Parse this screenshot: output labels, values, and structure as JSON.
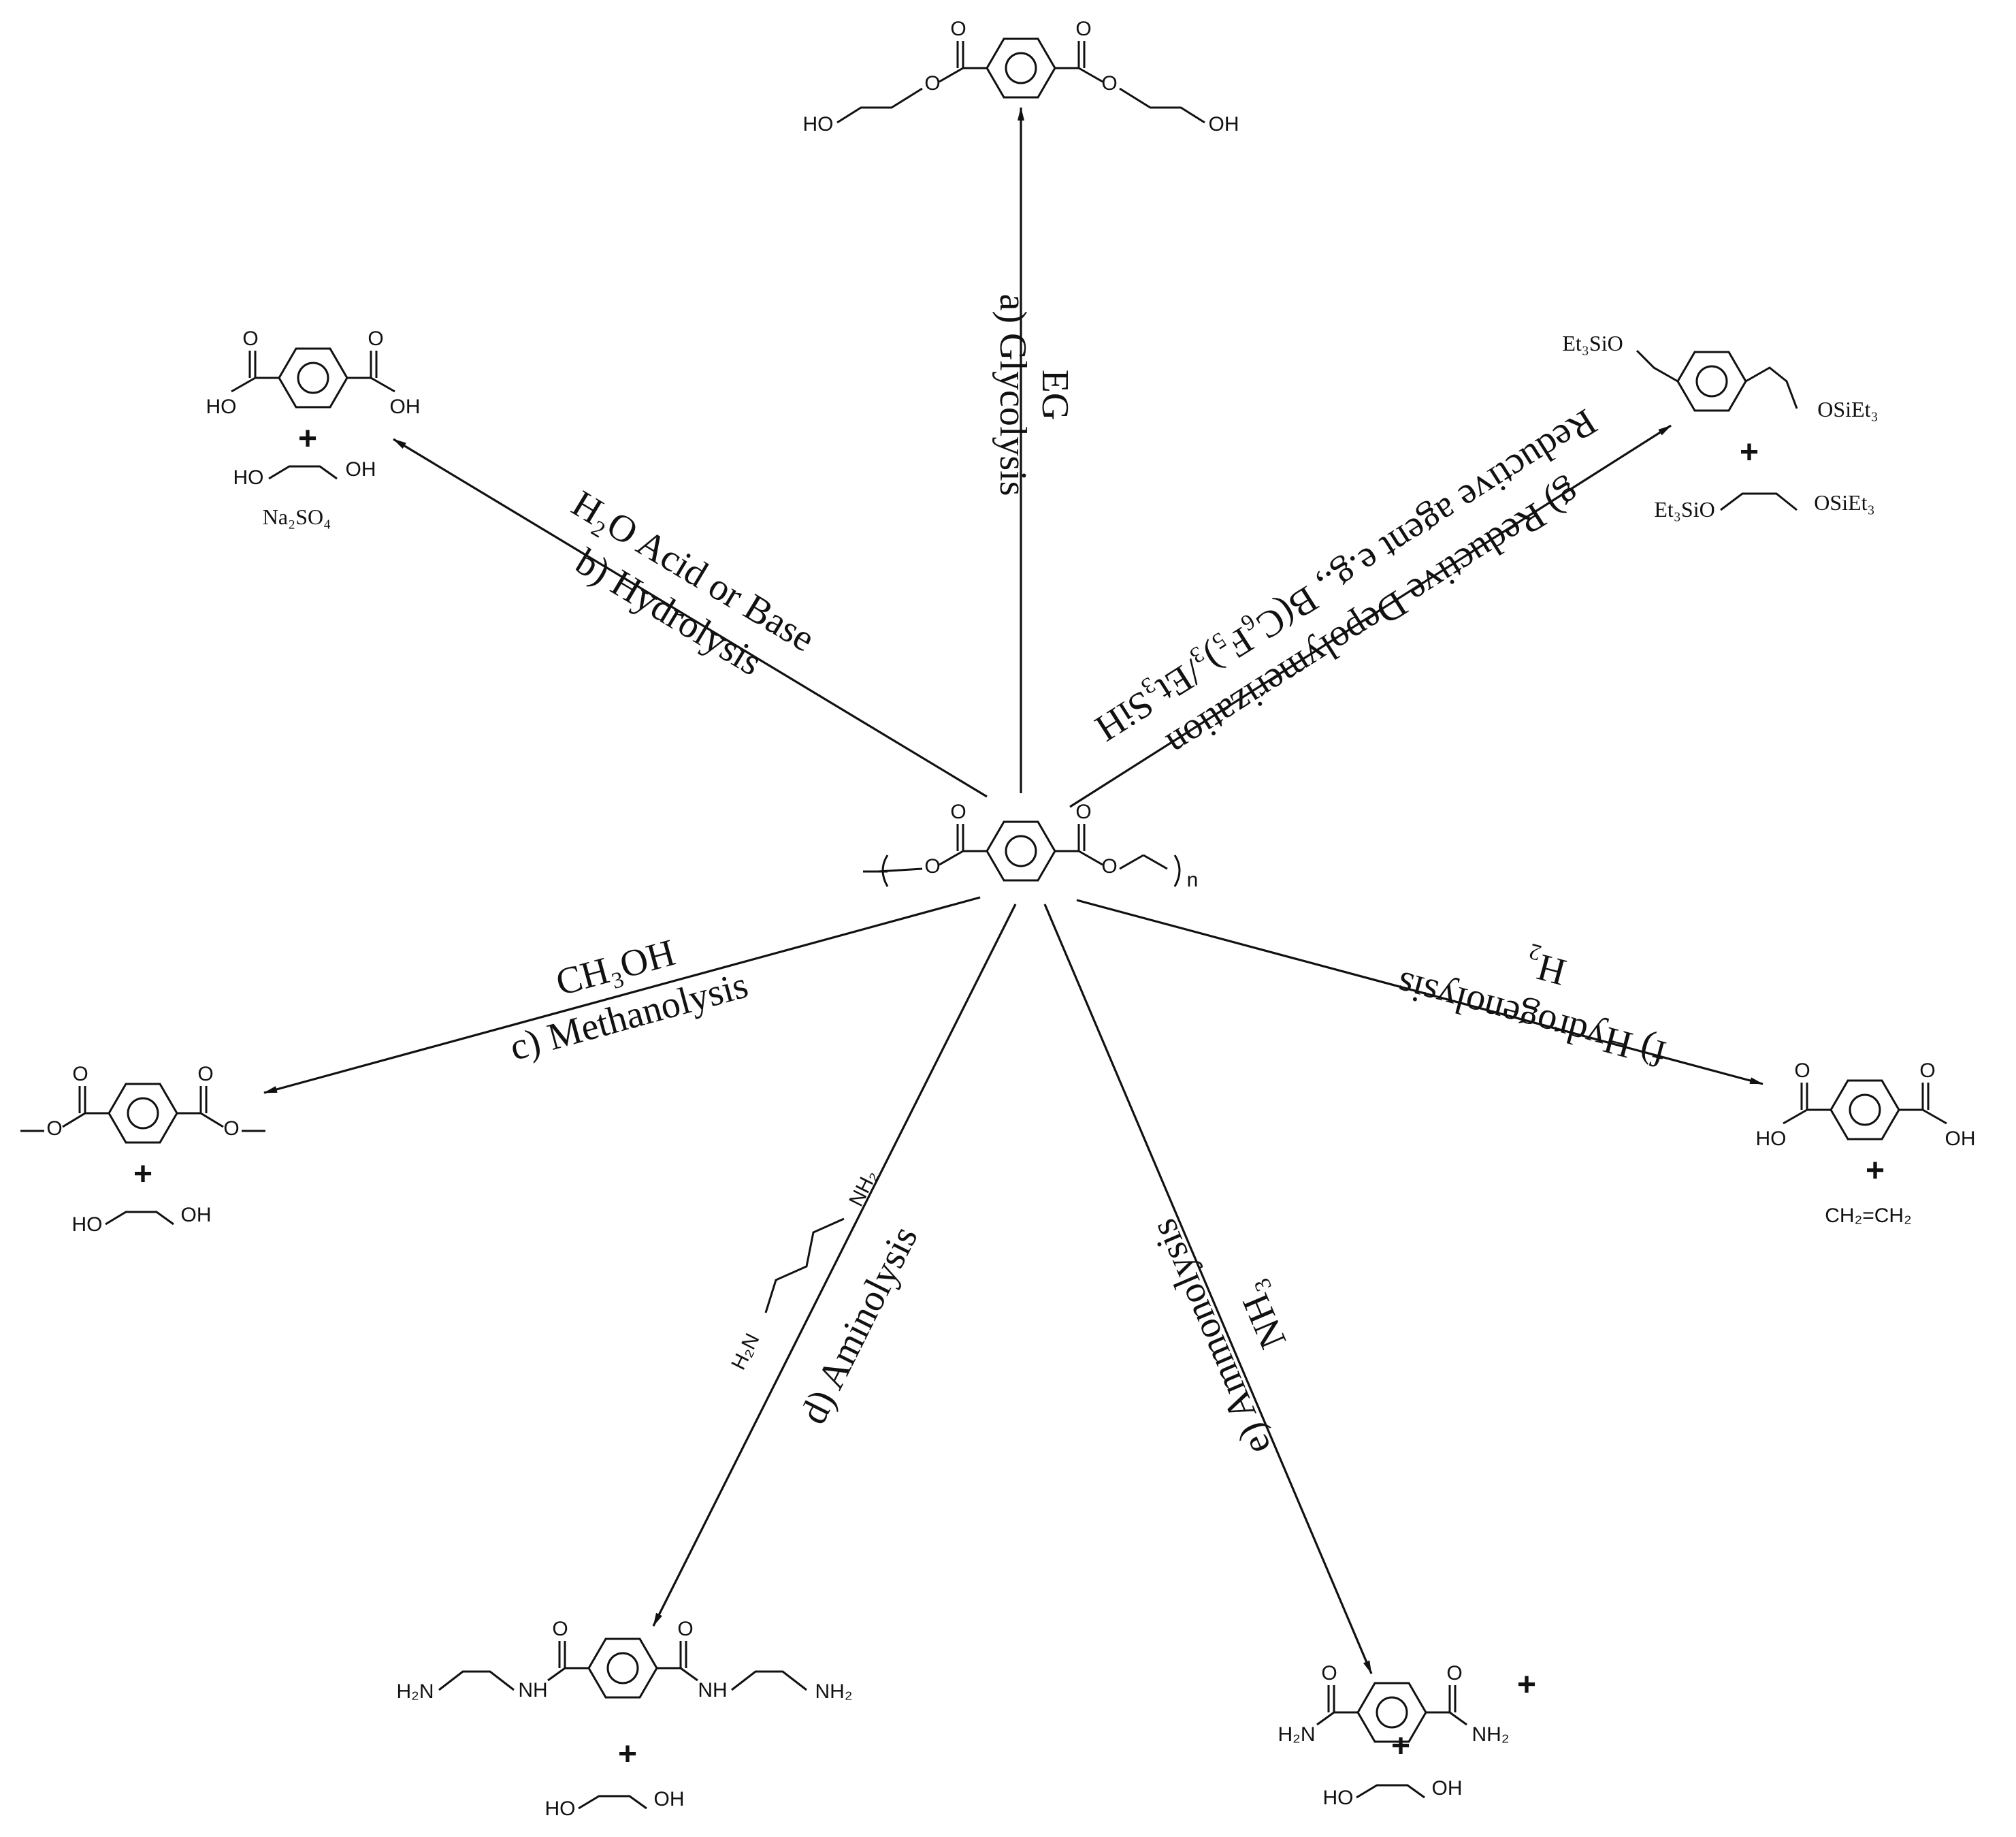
{
  "reactant": {
    "name": "PET repeat unit",
    "subscript": "n"
  },
  "routes": {
    "a": {
      "label": "a) Glycolysis",
      "reagent": "EG"
    },
    "b": {
      "label": "b) Hydrolysis",
      "reagent": "H₂O Acid or Base"
    },
    "c": {
      "label": "c) Methanolysis",
      "reagent": "CH₃OH"
    },
    "d": {
      "label": "d) Aminolysis"
    },
    "e": {
      "label": "e) Ammonolysis",
      "reagent": "NH₃"
    },
    "f": {
      "label": "f) Hydrogenolysis",
      "reagent": "H₂"
    },
    "g": {
      "label": "g) Reductive Depolymerization",
      "reagent": "Reductive agent e.g., B(C₆F₅)₃/Et₃SiH"
    }
  },
  "products": {
    "a": {
      "left": "HO",
      "right": "OH"
    },
    "b": {
      "acid_left": "HO",
      "acid_right": "OH",
      "plus": "+",
      "glycol_left": "HO",
      "glycol_right": "OH",
      "salt": "Na₂SO₄"
    },
    "c": {
      "plus": "+",
      "glycol_left": "HO",
      "glycol_right": "OH"
    },
    "d": {
      "nh_left": "NH",
      "nh_right": "NH",
      "amine_left": "H₂N",
      "amine_right": "NH₂",
      "plus": "+",
      "glycol_left": "HO",
      "glycol_right": "OH",
      "reagent_h2n": "H₂N",
      "reagent_nh2": "NH₂"
    },
    "e": {
      "amide_left": "H₂N",
      "amide_right": "NH₂",
      "plus_right": "+",
      "plus": "+",
      "glycol_left": "HO",
      "glycol_right": "OH"
    },
    "f": {
      "acid_left": "HO",
      "acid_right": "OH",
      "plus": "+",
      "ethylene": "CH₂=CH₂"
    },
    "g": {
      "silyl_left": "Et₃SiO",
      "silyl_right": "OSiEt₃",
      "plus": "+",
      "glycol_left": "Et₃SiO",
      "glycol_right": "OSiEt₃"
    }
  },
  "atoms": {
    "O": "O"
  }
}
